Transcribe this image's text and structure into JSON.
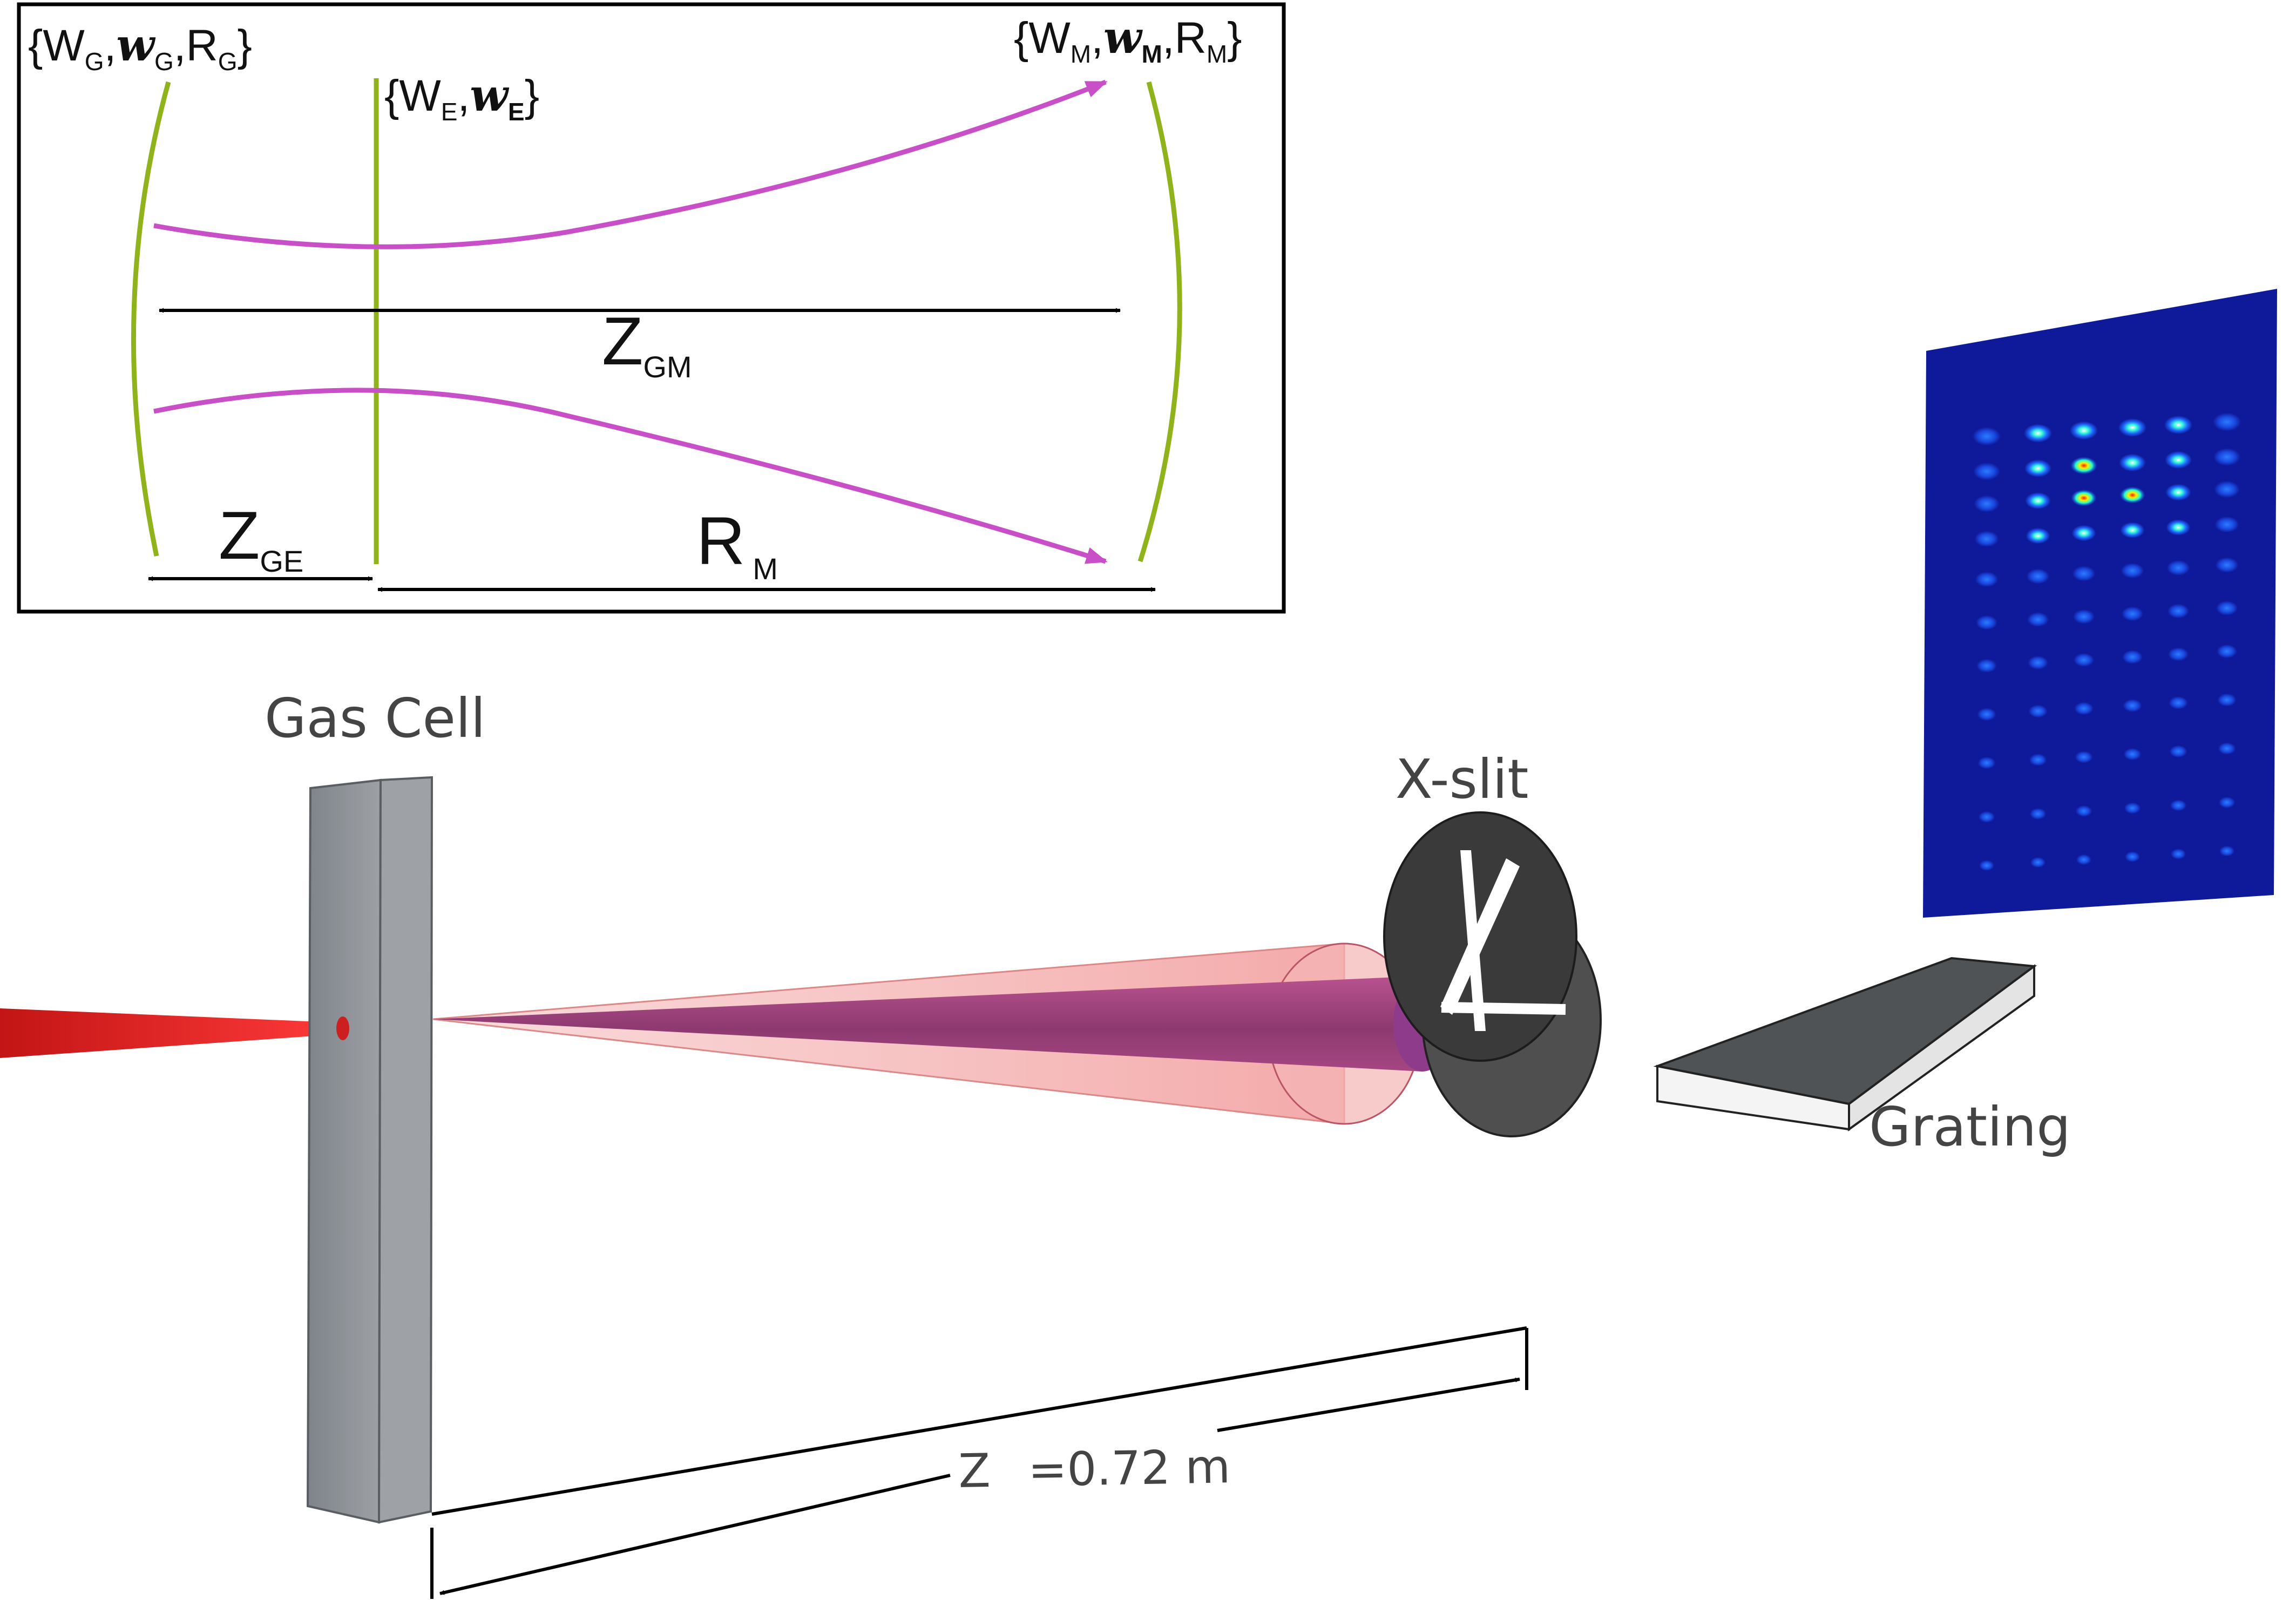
{
  "inset": {
    "plane_g": {
      "prefix": "{W",
      "sub1": "G",
      "mid": ",",
      "italic": "w",
      "sub2": "G",
      "tail": ",R",
      "sub3": "G",
      "close": "}"
    },
    "plane_e": {
      "prefix": "{W",
      "sub1": "E",
      "mid": ",",
      "italic": "w",
      "sub2": "E",
      "close": "}"
    },
    "plane_m": {
      "prefix": "{W",
      "sub1": "M",
      "mid": ",",
      "italic": "w",
      "sub2": "M",
      "tail": ",R",
      "sub3": "M",
      "close": "}"
    },
    "z_gm": {
      "main": "Z",
      "sub": "GM"
    },
    "z_ge": {
      "main": "Z",
      "sub": "GE"
    },
    "r_m": {
      "main": "R",
      "sub": "M"
    }
  },
  "scene": {
    "gas_cell_label": "Gas Cell",
    "xslit_label": "X-slit",
    "grating_label": "Grating",
    "distance_label": {
      "main": "Z",
      "value": "=0.72 m"
    }
  },
  "colors": {
    "frame": "#000000",
    "mirror_green": "#8fb31a",
    "beam_magenta": "#c94fc9",
    "laser_red": "#e41c1c",
    "cone_pink": "#f2a6a6",
    "cone_purple": "#a0437a",
    "gas_cell_grey": "#8c9096",
    "slit_dark": "#3d3d3d",
    "detector_blue": "#0f1a9a"
  }
}
